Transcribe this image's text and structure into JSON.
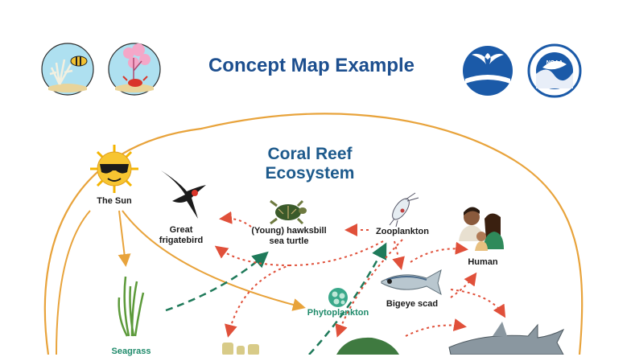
{
  "header": {
    "title": "Concept Map Example"
  },
  "diagram": {
    "title_line1": "Coral Reef",
    "title_line2": "Ecosystem",
    "nodes": {
      "sun": "The Sun",
      "frigatebird_line1": "Great",
      "frigatebird_line2": "frigatebird",
      "turtle_line1": "(Young) hawksbill",
      "turtle_line2": "sea turtle",
      "zooplankton": "Zooplankton",
      "human": "Human",
      "scad": "Bigeye scad",
      "phytoplankton": "Phytoplankton",
      "seagrass": "Seagrass"
    }
  },
  "logos": {
    "noaa_text": "NOAA"
  },
  "colors": {
    "title_blue": "#1d4f8f",
    "orange_arrow": "#e8a33b",
    "red_arrow": "#e0503a",
    "green_arrow": "#1f7a5a",
    "phyto_label": "#1e8a6a"
  },
  "icons": [
    "coral-fish-icon",
    "coral-crab-icon",
    "whale-tail-logo",
    "noaa-logo",
    "sun-icon",
    "frigatebird-icon",
    "turtle-icon",
    "zooplankton-icon",
    "human-family-icon",
    "fish-icon",
    "phytoplankton-icon",
    "seagrass-icon",
    "shark-icon",
    "sponge-icon",
    "grouper-icon"
  ]
}
